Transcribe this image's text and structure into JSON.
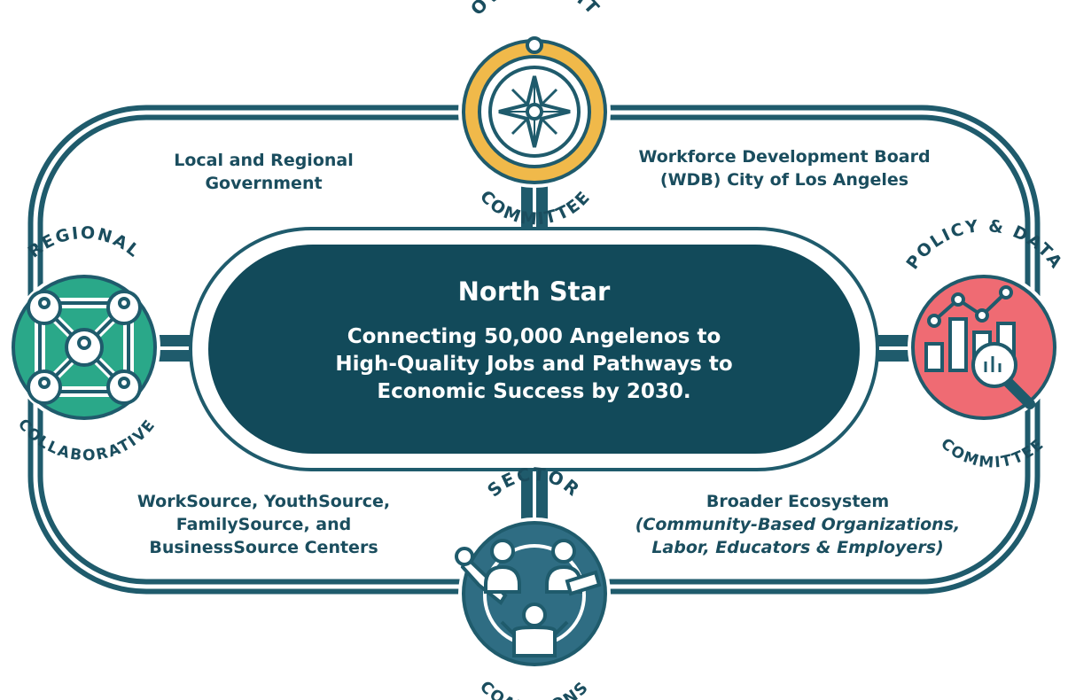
{
  "north_star": {
    "title": "North Star",
    "body_lines": [
      "Connecting 50,000 Angelenos to",
      "High-Quality Jobs and Pathways to",
      "Economic Success by 2030."
    ]
  },
  "nodes": {
    "oversight": {
      "top": "OVERSIGHT",
      "bottom": "COMMITTEE",
      "icon": "compass-icon",
      "color": "#f0b94a"
    },
    "regional": {
      "top": "REGIONAL",
      "bottom": "COLLABORATIVE",
      "icon": "network-people-icon",
      "color": "#2aa889"
    },
    "policy": {
      "top": "POLICY & DATA",
      "bottom": "COMMITTEE",
      "icon": "chart-magnifier-icon",
      "color": "#ef6b73"
    },
    "sector": {
      "top": "SECTOR",
      "bottom": "COALITIONS",
      "icon": "team-collaboration-icon",
      "color": "#2f6d83"
    }
  },
  "labels": {
    "top_left": [
      "Local and Regional",
      "Government"
    ],
    "top_right": [
      "Workforce Development Board",
      "(WDB) City of Los Angeles"
    ],
    "bottom_left": [
      "WorkSource, YouthSource,",
      "FamilySource, and",
      "BusinessSource Centers"
    ],
    "bottom_right_title": "Broader Ecosystem",
    "bottom_right_sub": [
      "(Community-Based Organizations,",
      "Labor, Educators & Employers)"
    ]
  },
  "colors": {
    "primary": "#1a4d5e",
    "line": "#1f5b6c"
  }
}
